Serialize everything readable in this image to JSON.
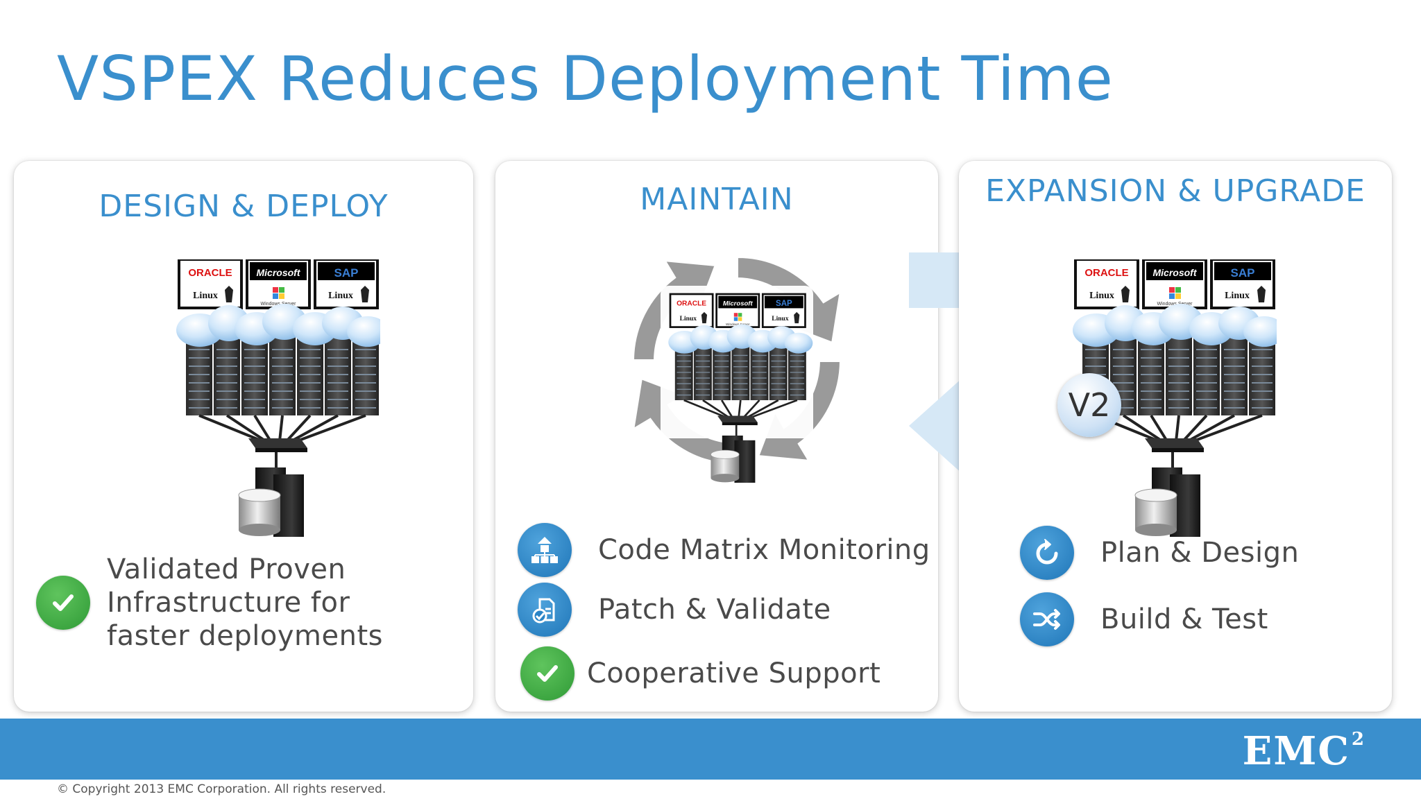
{
  "title": "VSPEX Reduces Deployment Time",
  "panels": {
    "design": {
      "heading": "DESIGN & DEPLOY",
      "features": [
        {
          "icon": "checkmark-icon",
          "text": "Validated Proven Infrastructure for faster deployments"
        }
      ]
    },
    "maintain": {
      "heading": "MAINTAIN",
      "features": [
        {
          "icon": "hierarchy-icon",
          "text": "Code Matrix Monitoring"
        },
        {
          "icon": "document-check-icon",
          "text": "Patch & Validate"
        },
        {
          "icon": "checkmark-icon",
          "text": "Cooperative Support"
        }
      ]
    },
    "expansion": {
      "heading": "EXPANSION & UPGRADE",
      "version_badge": "V2",
      "features": [
        {
          "icon": "refresh-icon",
          "text": "Plan & Design"
        },
        {
          "icon": "shuffle-icon",
          "text": "Build & Test"
        }
      ]
    }
  },
  "stack_labels": {
    "oracle": "ORACLE",
    "microsoft": "Microsoft",
    "sap": "SAP",
    "linux": "Linux",
    "windows": "Windows Server"
  },
  "colors": {
    "accent": "#3a8fcd",
    "check_green": "#3aa53c",
    "icon_blue": "#2a84c6"
  },
  "footer": {
    "logo": "EMC",
    "logo_superscript": "2",
    "copyright": "© Copyright 2013 EMC Corporation. All rights reserved."
  }
}
